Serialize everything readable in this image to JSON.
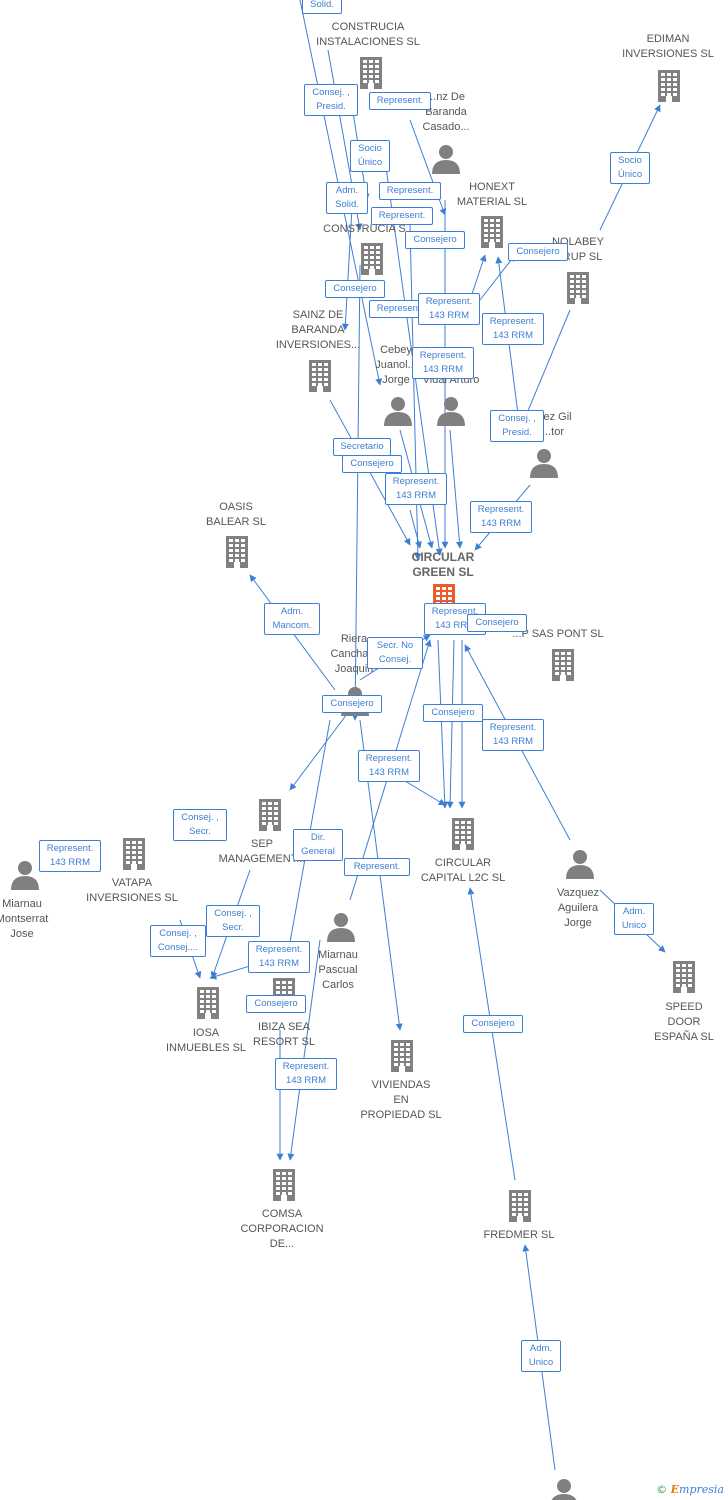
{
  "nodes": {
    "construcia_instalaciones": {
      "label": "CONSTRUCIA\nINSTALACIONES SL",
      "kind": "company"
    },
    "ediman": {
      "label": "EDIMAN\nINVERSIONES SL",
      "kind": "company"
    },
    "sainz_baranda_casado": {
      "label": "...nz De\nBaranda\nCasado...",
      "kind": "person"
    },
    "honext": {
      "label": "HONEXT\nMATERIAL  SL",
      "kind": "company"
    },
    "construcia_s": {
      "label": "CONSTRUCIA S...",
      "kind": "company"
    },
    "nolabey": {
      "label": "NOLABEY\n...RUP SL",
      "kind": "company"
    },
    "sainz_baranda_inv": {
      "label": "SAINZ DE\nBARANDA\nINVERSIONES...",
      "kind": "company"
    },
    "cebey": {
      "label": "Cebey\nJuanol...\nJorge",
      "kind": "person"
    },
    "vidal_arturo": {
      "label": "...\nVidal Arturo",
      "kind": "person"
    },
    "gil": {
      "label": "...ez Gil\n...tor",
      "kind": "person"
    },
    "oasis": {
      "label": "OASIS\nBALEAR SL",
      "kind": "company"
    },
    "circular_green": {
      "label": "CIRCULAR\nGREEN  SL",
      "kind": "main"
    },
    "pas_pont": {
      "label": "...P SAS PONT  SL",
      "kind": "company"
    },
    "riera": {
      "label": "Riera\nCancha...\nJoaquin",
      "kind": "person"
    },
    "sep": {
      "label": "SEP\nMANAGEMENT...",
      "kind": "company"
    },
    "vatapa": {
      "label": "VATAPA\nINVERSIONES SL",
      "kind": "company"
    },
    "miarnau_montserrat": {
      "label": "Miarnau\nMontserrat\nJose",
      "kind": "person"
    },
    "circular_capital": {
      "label": "CIRCULAR\nCAPITAL L2C  SL",
      "kind": "company"
    },
    "vazquez": {
      "label": "Vazquez\nAguilera\nJorge",
      "kind": "person"
    },
    "miarnau_pascual": {
      "label": "Miarnau\nPascual\nCarlos",
      "kind": "person"
    },
    "iosa": {
      "label": "IOSA\nINMUEBLES SL",
      "kind": "company"
    },
    "ibiza": {
      "label": "IBIZA SEA\nRESORT SL",
      "kind": "company"
    },
    "viviendas": {
      "label": "VIVIENDAS\nEN\nPROPIEDAD SL",
      "kind": "company"
    },
    "speed_door": {
      "label": "SPEED\nDOOR\nESPAÑA SL",
      "kind": "company"
    },
    "comsa": {
      "label": "COMSA\nCORPORACION\nDE...",
      "kind": "company"
    },
    "fredmer": {
      "label": "FREDMER SL",
      "kind": "company"
    },
    "bottom_person": {
      "label": "",
      "kind": "person"
    }
  },
  "edge_labels": {
    "solid_top": "Solid.",
    "consej_presid_1": "Consej. ,\nPresid.",
    "represent_1": "Represent.",
    "socio_unico_1": "Socio\nÚnico",
    "adm_solid": "Adm.\nSolid.",
    "represent_2": "Represent.",
    "represent_3": "Represent.",
    "consejero_1": "Consejero",
    "consejero_2": "Consejero",
    "socio_unico_2": "Socio\nÚnico",
    "consejero_3": "Consejero",
    "represent_4": "Represent.",
    "rep143_1": "Represent.\n143 RRM",
    "rep143_2": "Represent.\n143 RRM",
    "rep143_3": "Represent.\n143 RRM",
    "consej_presid_2": "Consej. ,\nPresid.",
    "secretario": "Secretario",
    "consejero_4": "Consejero",
    "rep143_4": "Represent.\n143 RRM",
    "rep143_5": "Represent.\n143 RRM",
    "adm_mancom": "Adm.\nMancom.",
    "rep143_6": "Represent.\n143 RRM",
    "consejero_5": "Consejero",
    "secr_no_consej": "Secr.  No\nConsej.",
    "consejero_6": "Consejero",
    "consejero_7": "Consejero",
    "rep143_7": "Represent.\n143 RRM",
    "rep143_8": "Represent.\n143 RRM",
    "consej_secr_1": "Consej. ,\nSecr.",
    "dir_general": "Dir.\nGeneral",
    "represent_5": "Represent.",
    "rep143_9": "Represent.\n143 RRM",
    "consej_secr_2": "Consej. ,\nSecr.",
    "consej_consej": "Consej. ,\nConsej....",
    "rep143_10": "Represent.\n143 RRM",
    "consejero_8": "Consejero",
    "adm_unico_1": "Adm.\nUnico",
    "rep143_11": "Represent.\n143 RRM",
    "consejero_9": "Consejero",
    "adm_unico_2": "Adm.\nUnico"
  },
  "credit": {
    "copyright": "©",
    "brand_initial": "E",
    "brand_rest": "mpresia"
  },
  "colors": {
    "edge": "#3d7fd4",
    "company_icon": "#808080",
    "main_icon": "#f05a28",
    "person_icon": "#808080"
  }
}
